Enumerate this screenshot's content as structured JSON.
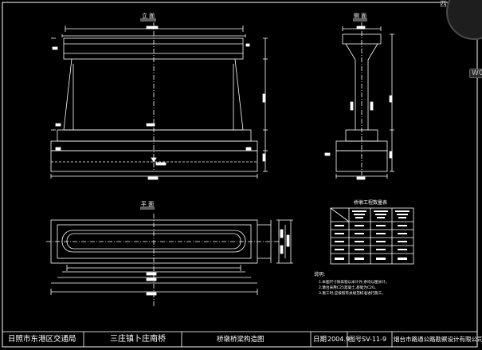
{
  "views": {
    "elevation_title": "立 面",
    "side_title": "侧 面",
    "plan_title": "平 面"
  },
  "table": {
    "title": "桥墩工程数量表"
  },
  "notes": {
    "heading": "说明:",
    "lines": [
      "1.本图尺寸除高程以米计外,余均以厘米计。",
      "2.墩台采用C25混凝土,基础为C20。",
      "3.施工时,应按照有关规范标准进行施工。"
    ]
  },
  "title_block": {
    "unit": "日照市东港区交通局",
    "project": "三庄镇卜庄南桥",
    "drawing": "桥墩桥梁构造图",
    "date_label": "日期",
    "date_value": "2004.9",
    "sheet": "图号SV-11-9",
    "designer": "烟台市路通公路勘察设计有限公司"
  },
  "ui": {
    "view_cube_label": "西",
    "wcs_label": "WC"
  },
  "colors": {
    "line": "#ffffff",
    "dim": "#ffffff",
    "accent": "#ffffff"
  }
}
